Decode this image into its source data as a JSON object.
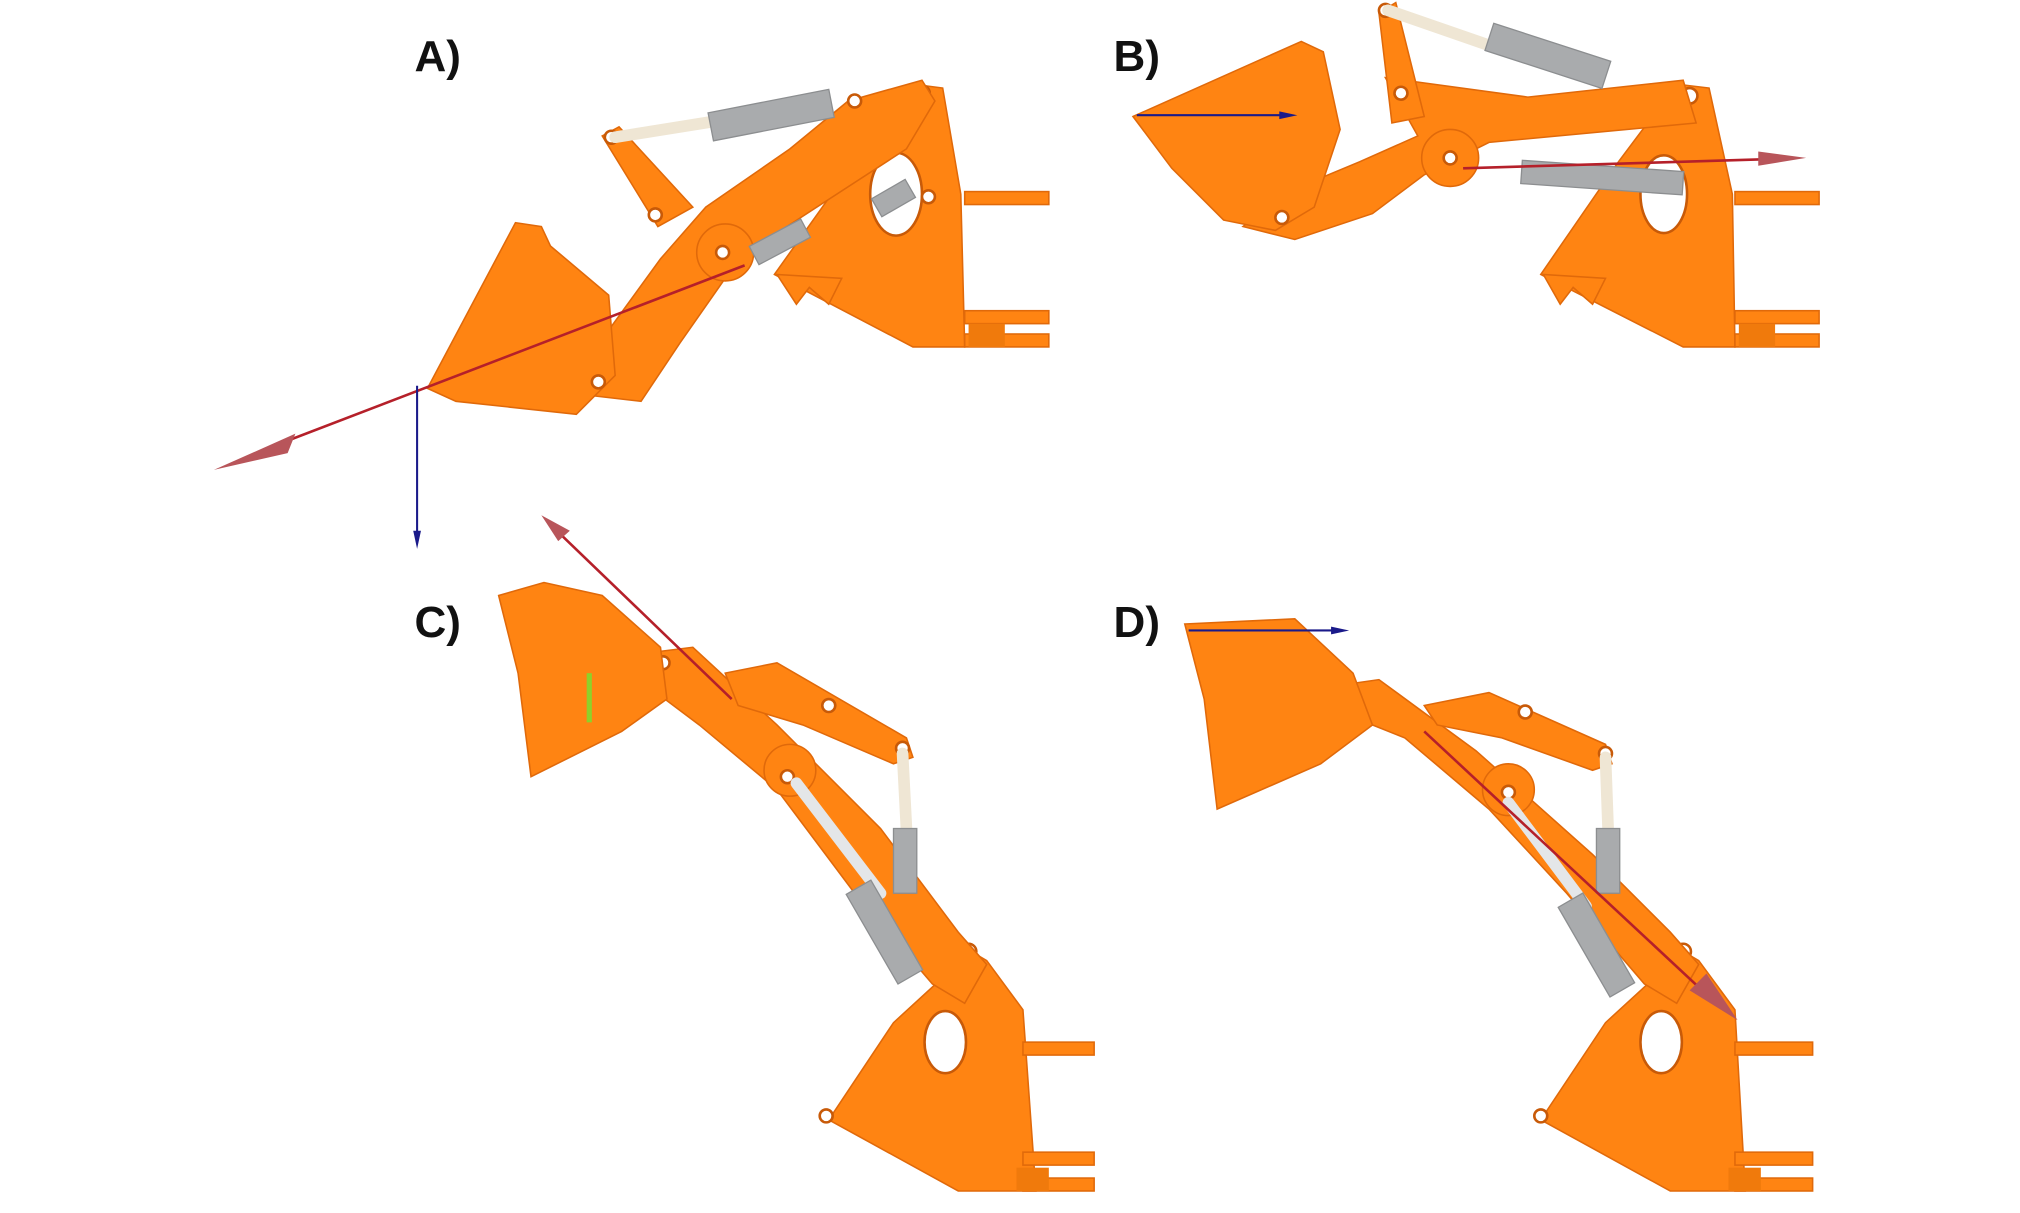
{
  "panels": [
    {
      "label": "A)"
    },
    {
      "label": "B)"
    },
    {
      "label": "C)"
    },
    {
      "label": "D)"
    }
  ],
  "colors": {
    "machine": "#ff8412",
    "cylinder": "#a9abad",
    "force_arrow": "#b5202a",
    "axis_arrow": "#1a1a8a"
  }
}
